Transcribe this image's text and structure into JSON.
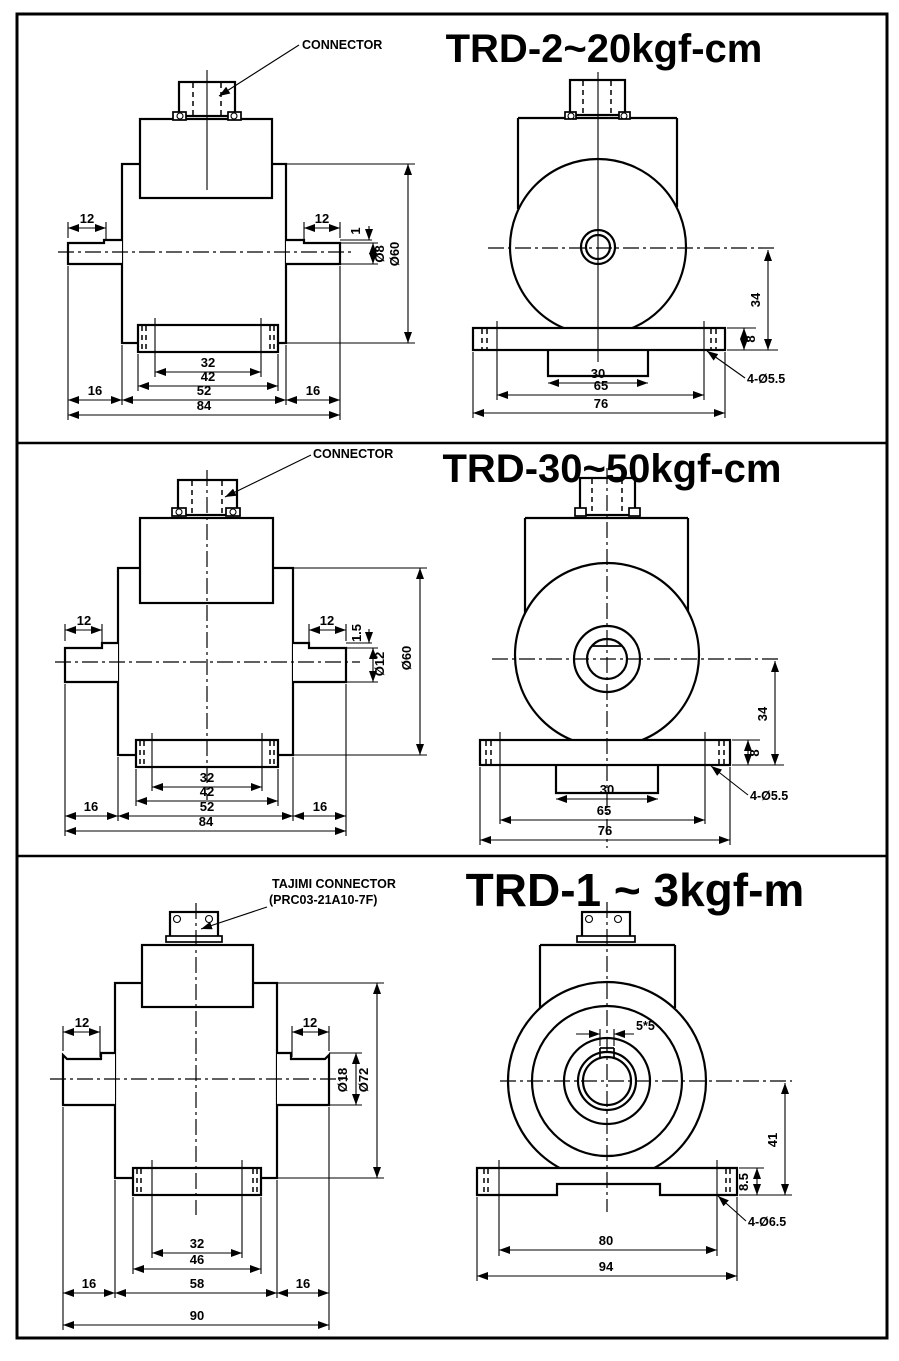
{
  "sheet": {
    "type": "technical-drawing",
    "units": "mm"
  },
  "panels": [
    {
      "model": "trd-2-20",
      "title": "TRD-2~20kgf-cm",
      "labels": {
        "connector": "CONNECTOR"
      },
      "side_view": {
        "shaft_key_len_left": "12",
        "shaft_key_len_right": "12",
        "key_step": "1",
        "shaft_dia": "Ø8",
        "body_dia": "Ø60",
        "bolt_pitch": "32",
        "flange_width": "42",
        "body_width": "52",
        "shaft_left": "16",
        "shaft_right": "16",
        "overall": "84"
      },
      "front_view": {
        "center_to_base": "34",
        "base_thick": "8",
        "notch_width": "30",
        "hole_pitch": "65",
        "base_width": "76",
        "mount_holes": "4-Ø5.5"
      }
    },
    {
      "model": "trd-30-50",
      "title": "TRD-30~50kgf-cm",
      "labels": {
        "connector": "CONNECTOR"
      },
      "side_view": {
        "shaft_key_len_left": "12",
        "shaft_key_len_right": "12",
        "key_step": "1.5",
        "shaft_dia": "Ø12",
        "body_dia": "Ø60",
        "bolt_pitch": "32",
        "flange_width": "42",
        "body_width": "52",
        "shaft_left": "16",
        "shaft_right": "16",
        "overall": "84"
      },
      "front_view": {
        "center_to_base": "34",
        "base_thick": "8",
        "notch_width": "30",
        "hole_pitch": "65",
        "base_width": "76",
        "mount_holes": "4-Ø5.5"
      }
    },
    {
      "model": "trd-1-3",
      "title": "TRD-1 ~ 3kgf-m",
      "labels": {
        "connector_1": "TAJIMI CONNECTOR",
        "connector_2": "(PRC03-21A10-7F)"
      },
      "side_view": {
        "shaft_key_len_left": "12",
        "shaft_key_len_right": "12",
        "shaft_dia": "Ø18",
        "body_dia": "Ø72",
        "bolt_pitch": "32",
        "flange_width": "46",
        "body_width": "58",
        "shaft_left": "16",
        "shaft_right": "16",
        "overall": "90"
      },
      "front_view": {
        "keyway": "5*5",
        "center_to_base": "41",
        "base_thick": "8.5",
        "hole_pitch": "80",
        "base_width": "94",
        "mount_holes": "4-Ø6.5"
      }
    }
  ]
}
